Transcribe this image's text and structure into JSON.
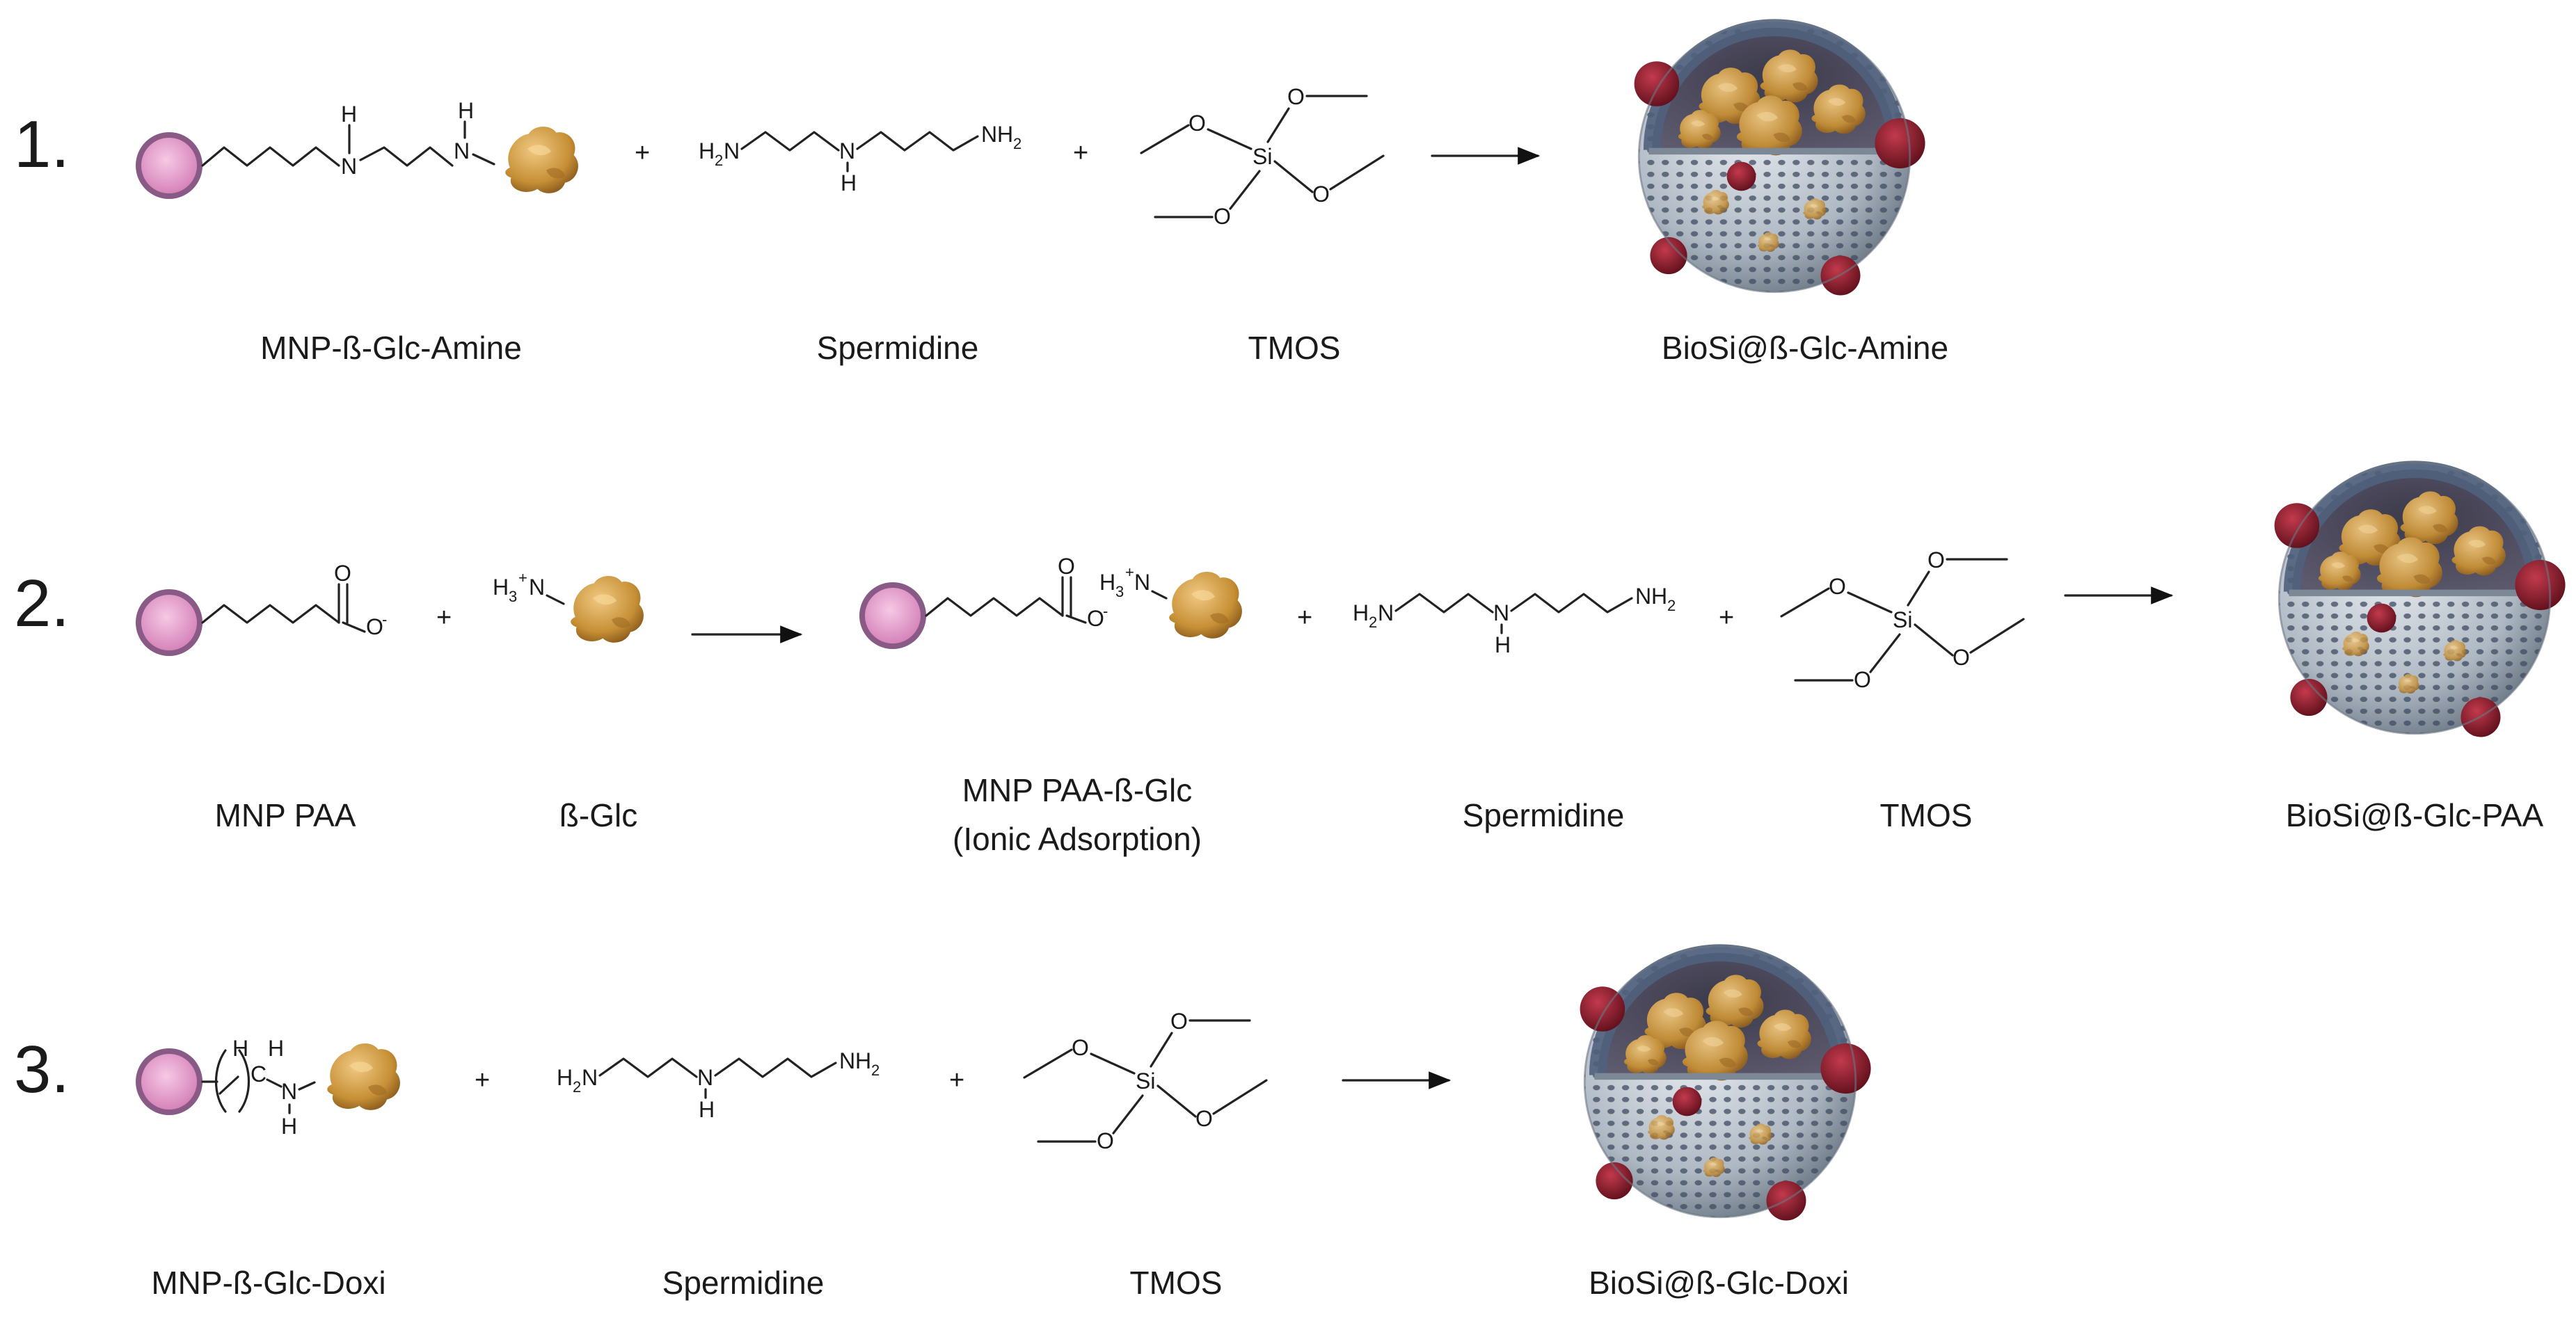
{
  "rows": [
    {
      "number": "1.",
      "labels": {
        "mnp": "MNP-ß-Glc-Amine",
        "spermidine": "Spermidine",
        "tmos": "TMOS",
        "product": "BioSi@ß-Glc-Amine"
      }
    },
    {
      "number": "2.",
      "labels": {
        "mnp": "MNP PAA",
        "glc": "ß-Glc",
        "adsorbed": "MNP PAA-ß-Glc",
        "adsorbed_note": "(Ionic Adsorption)",
        "spermidine": "Spermidine",
        "tmos": "TMOS",
        "product": "BioSi@ß-Glc-PAA"
      }
    },
    {
      "number": "3.",
      "labels": {
        "mnp": "MNP-ß-Glc-Doxi",
        "spermidine": "Spermidine",
        "tmos": "TMOS",
        "product": "BioSi@ß-Glc-Doxi"
      }
    }
  ],
  "plus_sign": "+",
  "atoms": {
    "H": "H",
    "N": "N",
    "O": "O",
    "Si": "Si",
    "C": "C",
    "H3plus_N": "H",
    "minus": "-",
    "plus": "+",
    "sub2": "2",
    "sub3": "3"
  },
  "colors": {
    "particle_core": "#e7a6cf",
    "particle_ring": "#8a5a86",
    "enzyme": "#c9963c",
    "silica_shell": "#b9c2cc",
    "silica_pores": "#4a5a72",
    "capsule_red": "#8e1f2e"
  }
}
